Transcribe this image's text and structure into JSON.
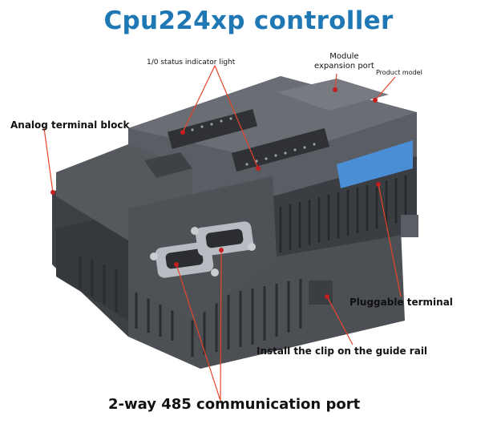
{
  "title": "Cpu224xp controller",
  "labels": {
    "io_status": "1/0 status indicator light",
    "module_expansion_line1": "Module",
    "module_expansion_line2": "expansion port",
    "product_model": "Product model",
    "analog_terminal": "Analog terminal block",
    "pluggable_terminal": "Pluggable terminal",
    "install_clip": "Install the clip on the guide rail",
    "comm_port": "2-way 485 communication port"
  },
  "colors": {
    "title": "#1f78b4",
    "callout_line": "#e8452c",
    "callout_dot": "#c41e1e",
    "housing": "#4a4d52",
    "terminal_blue": "#4a8fd6"
  }
}
